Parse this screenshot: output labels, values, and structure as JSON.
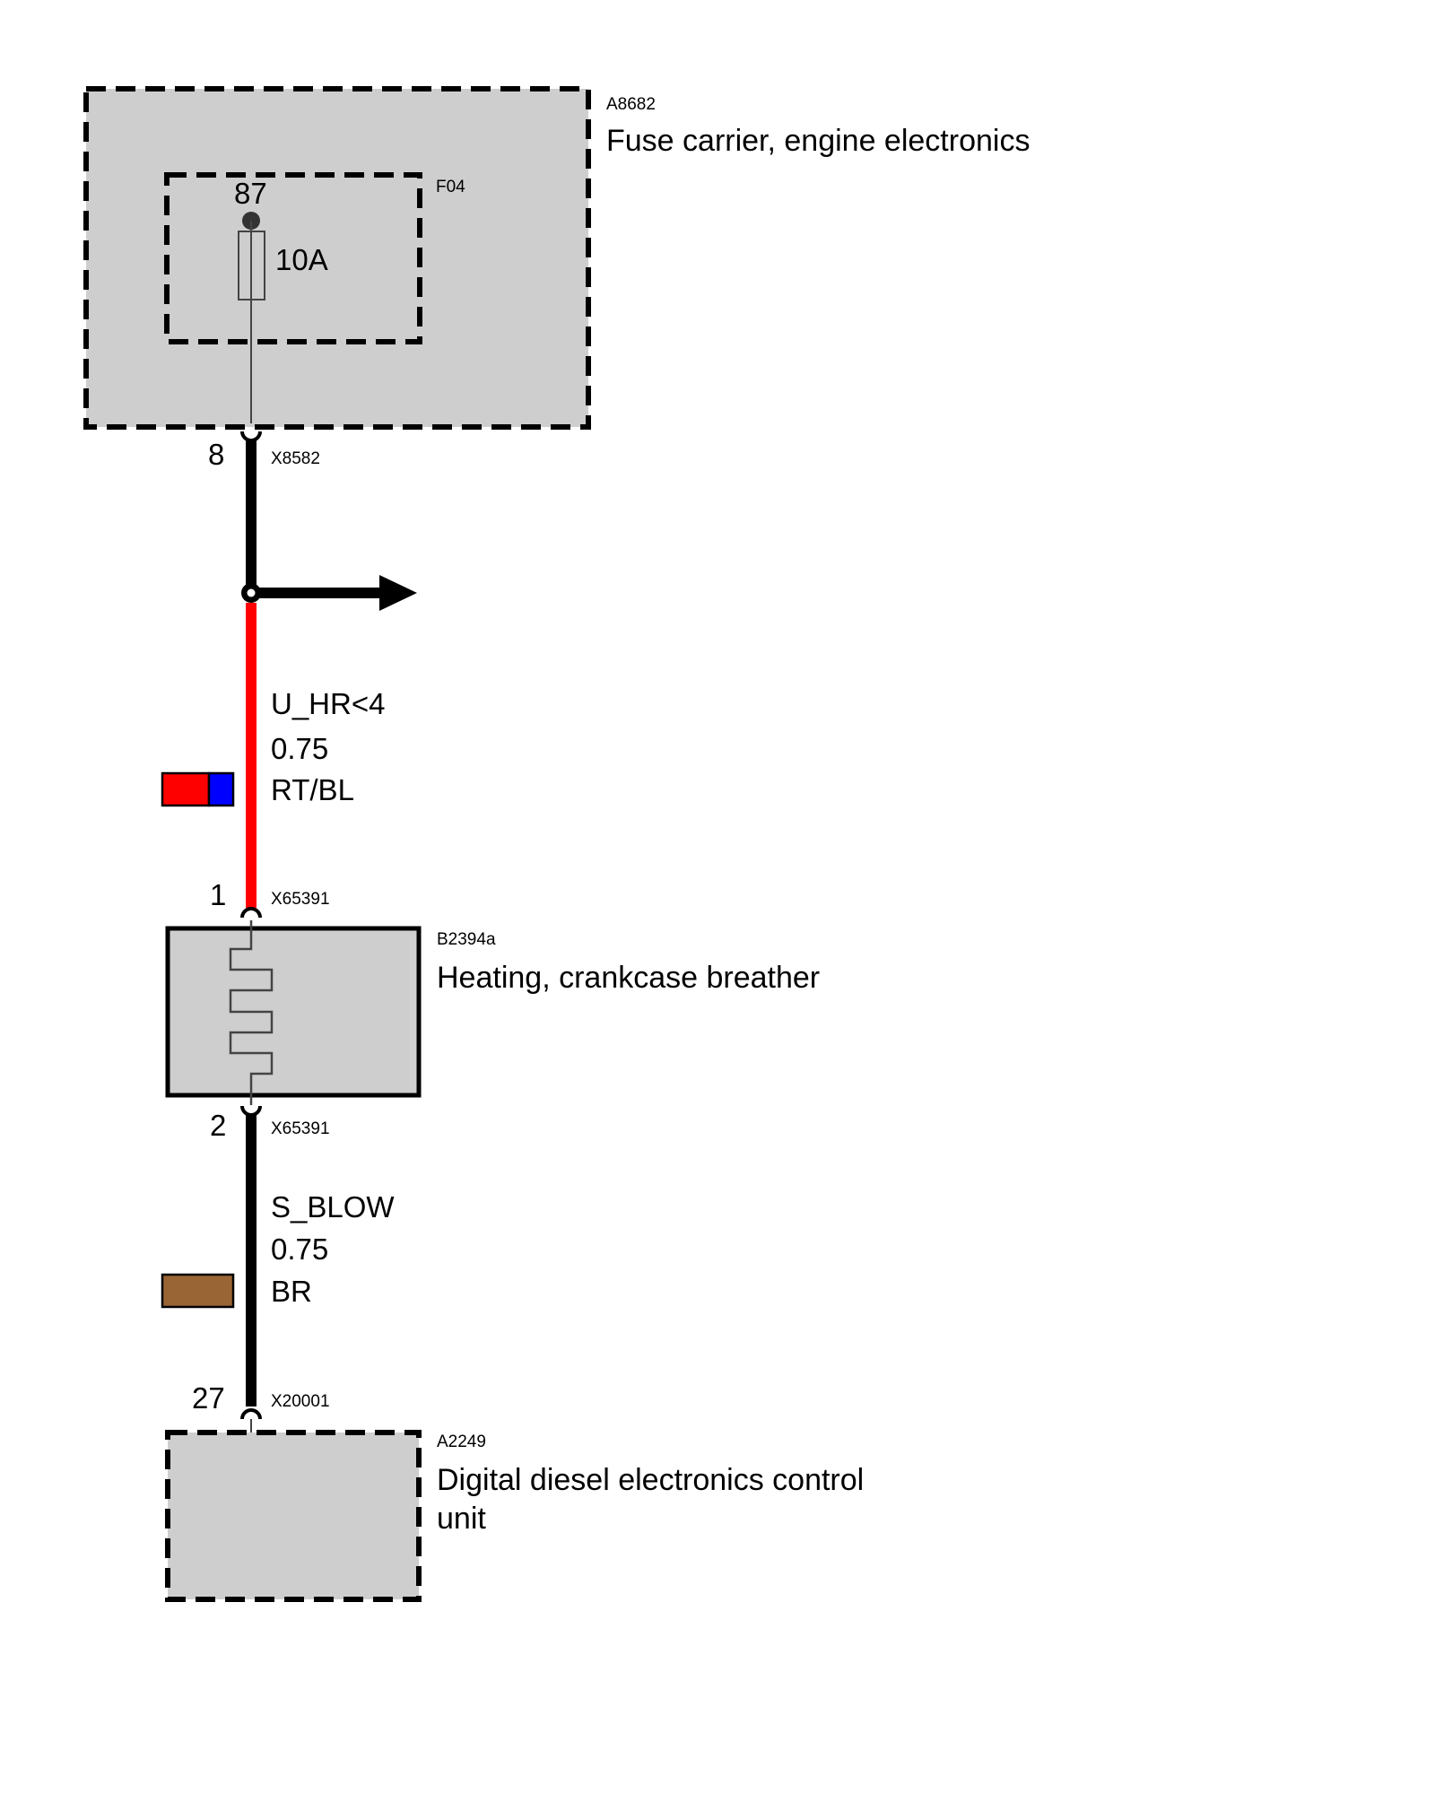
{
  "components": {
    "fuse_carrier": {
      "id": "A8682",
      "name": "Fuse carrier, engine electronics"
    },
    "fuse": {
      "id": "F04",
      "pin": "87",
      "rating": "10A"
    },
    "heater": {
      "id": "B2394a",
      "name": "Heating, crankcase breather"
    },
    "ecu": {
      "id": "A2249",
      "name_line1": "Digital diesel electronics control",
      "name_line2": "unit"
    }
  },
  "connectors": {
    "fuse_out": {
      "pin": "8",
      "id": "X8582"
    },
    "heater_in": {
      "pin": "1",
      "id": "X65391"
    },
    "heater_out": {
      "pin": "2",
      "id": "X65391"
    },
    "ecu_in": {
      "pin": "27",
      "id": "X20001"
    }
  },
  "wires": {
    "supply": {
      "signal": "U_HR<4",
      "gauge": "0.75",
      "color_code": "RT/BL",
      "colors": [
        "#ff0000",
        "#0000ff"
      ]
    },
    "signal": {
      "signal": "S_BLOW",
      "gauge": "0.75",
      "color_code": "BR",
      "colors": [
        "#9a6535"
      ]
    }
  },
  "colors": {
    "component_fill": "#cecece",
    "wire_black": "#000000",
    "wire_red": "#ff0000"
  }
}
